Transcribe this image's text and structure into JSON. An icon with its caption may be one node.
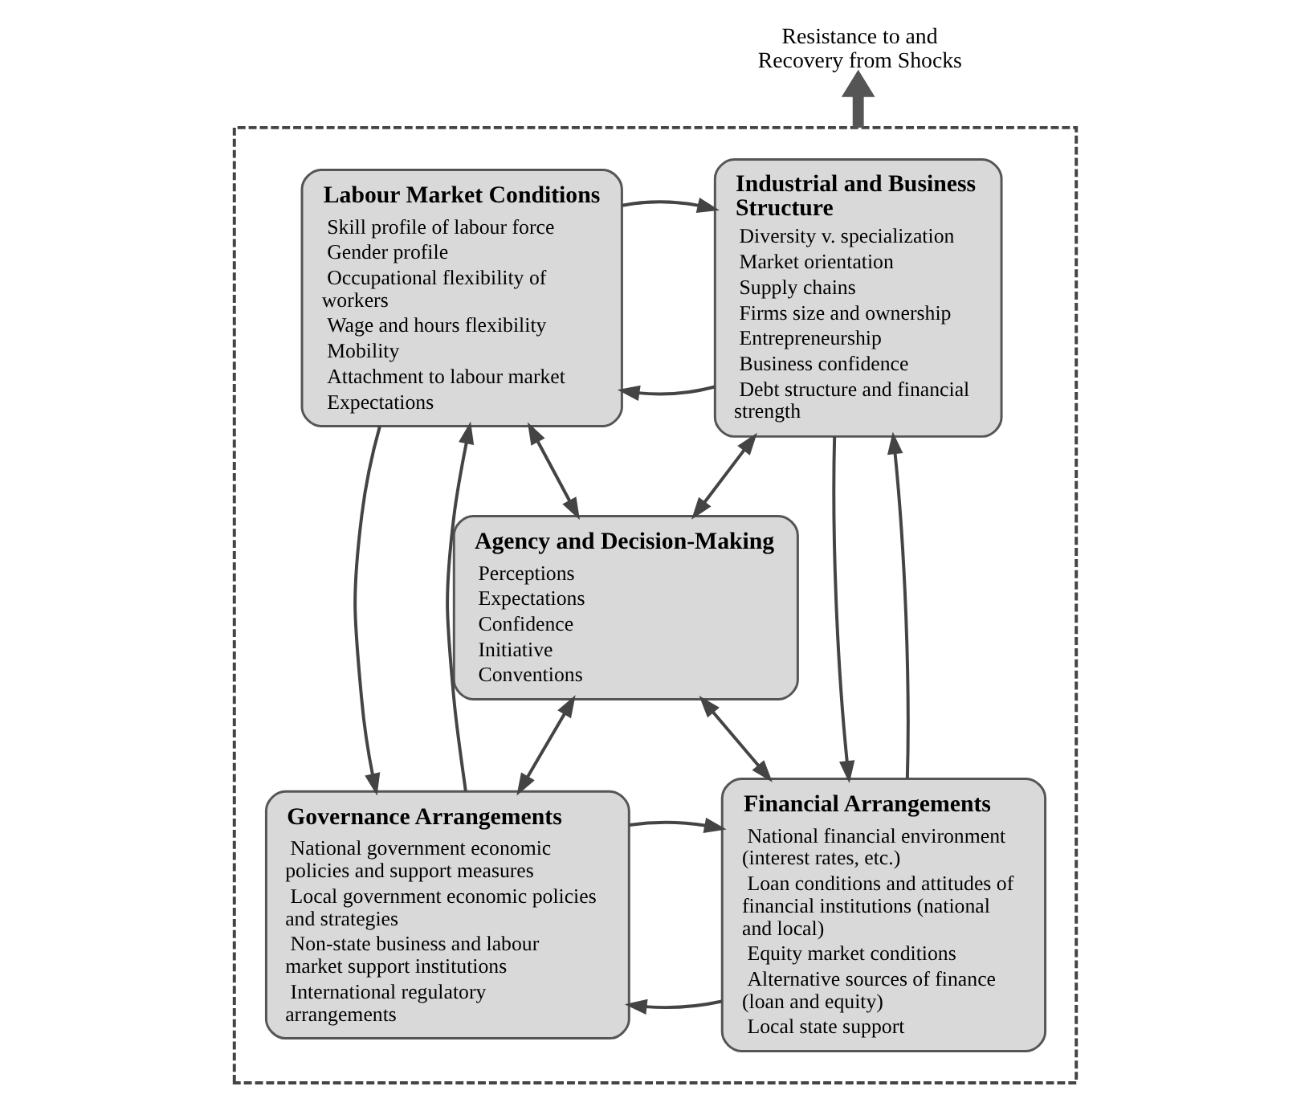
{
  "diagram": {
    "nodes": [
      {
        "text": [],
        "shape": "box"
      },
      {
        "text": [
          "Resistance to and Recovery from Shocks"
        ]
      },
      {
        "text": [
          "Industrial and Business Structure",
          "Diversity v. specialization",
          "Market orientation",
          "Supply chains",
          "Firms size and ownership",
          "Entrepreneurship",
          "Business confidence",
          "Debt structure and financial strength"
        ],
        "in": 0
      },
      {
        "text": [
          "Labour Market Conditions",
          "Skill profile of labour force",
          "Gender profile",
          "Occupational flexibility of workers",
          "Wage and hours flexibility",
          "Mobility",
          "Attachment to labour market",
          "Expectations"
        ],
        "in": 0
      },
      {
        "text": [
          "Agency and Decision-Making",
          "Perceptions",
          "Expectations",
          "Confidence",
          "Initiative",
          "Conventions"
        ],
        "in": 0
      },
      {
        "text": [
          "Financial Arrangements",
          "National financial environment (interest rates, etc.)",
          "Loan conditions and attitudes of financial institutions (national and local)",
          "Equity market conditions",
          "Alternative sources of finance (loan and equity)",
          "Local state support"
        ],
        "in": 0
      },
      {
        "text": [
          "Governance Arrangements",
          "National government economic policies and support measures",
          "Local government economic policies and strategies",
          "Non-state business and labour market support institutions",
          "International regulatory arrangements"
        ],
        "in": 0
      }
    ],
    "edges": [
      {
        "from": 0,
        "to": 1,
        "arrow": "to",
        "style": "thick"
      },
      {
        "from": 2,
        "to": 3,
        "arrow": "to"
      },
      {
        "from": 3,
        "to": 2,
        "arrow": "to"
      },
      {
        "from": 2,
        "to": 5,
        "arrow": "to"
      },
      {
        "from": 5,
        "to": 2,
        "arrow": "to"
      },
      {
        "from": 3,
        "to": 6,
        "arrow": "to"
      },
      {
        "from": 6,
        "to": 3,
        "arrow": "to"
      },
      {
        "from": 4,
        "to": 2,
        "arrow": "both"
      },
      {
        "from": 4,
        "to": 5,
        "arrow": "both"
      },
      {
        "from": 4,
        "to": 3,
        "arrow": "both"
      },
      {
        "from": 4,
        "to": 6,
        "arrow": "both"
      },
      {
        "from": 5,
        "to": 6,
        "arrow": "to"
      },
      {
        "from": 6,
        "to": 5,
        "arrow": "to"
      }
    ]
  }
}
